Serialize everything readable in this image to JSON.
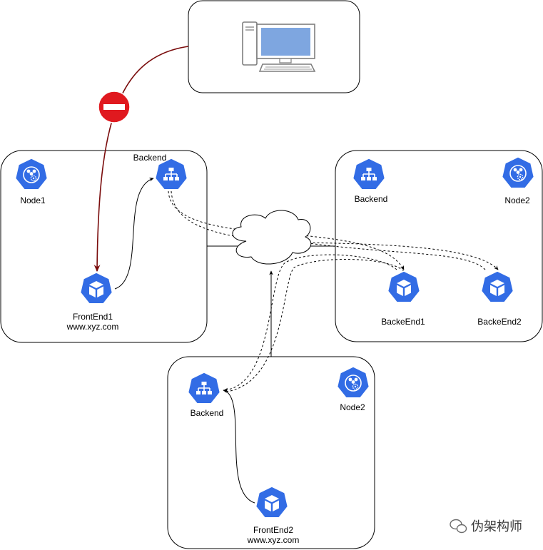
{
  "nodes": {
    "node1": {
      "label": "Node1",
      "backend_label": "Backend",
      "frontend_label": "FrontEnd1",
      "frontend_url": "www.xyz.com"
    },
    "node2_right": {
      "label": "Node2",
      "backend_label": "Backend",
      "backend1_label": "BackeEnd1",
      "backend2_label": "BackeEnd2"
    },
    "node2_bottom": {
      "label": "Node2",
      "backend_label": "Backend",
      "frontend_label": "FrontEnd2",
      "frontend_url": "www.xyz.com"
    }
  },
  "watermark": {
    "text": "伪架构师"
  },
  "icons": {
    "client": "desktop-computer-icon",
    "blocked": "no-entry-icon",
    "network": "cloud-icon",
    "node": "kubernetes-node-icon",
    "service": "kubernetes-service-icon",
    "pod": "kubernetes-pod-icon"
  },
  "colors": {
    "k8s_blue": "#326ce5",
    "blocked_red": "#e0191f",
    "blocked_line": "#7a0c0c",
    "monitor_blue": "#7ea6e0"
  }
}
